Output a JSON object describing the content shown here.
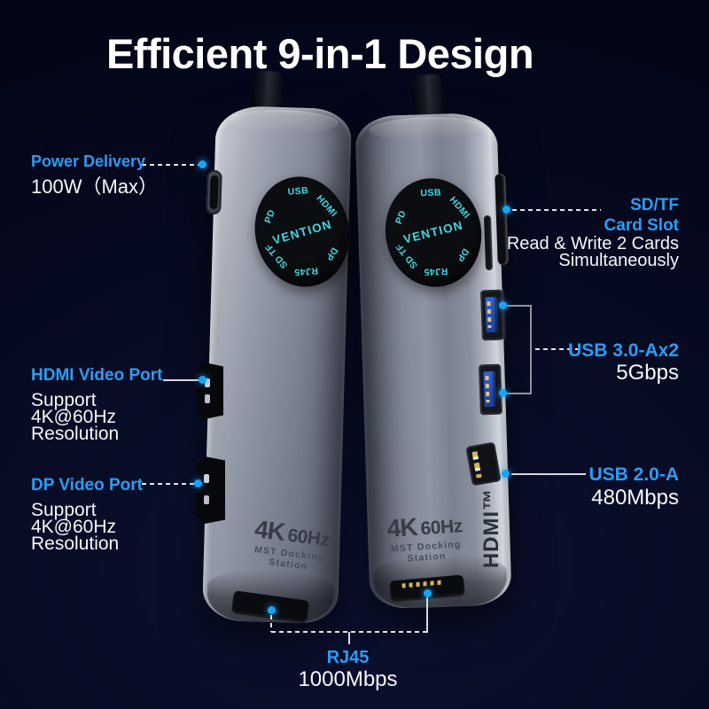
{
  "title": "Efficient 9-in-1 Design",
  "badge": {
    "brand": "VENTION",
    "labels": [
      "USB",
      "HDMI",
      "DP",
      "RJ45",
      "SD TF",
      "PD"
    ]
  },
  "device_print": {
    "res_big": "4K",
    "res_small": "60Hz",
    "subtitle": "MST Docking Station"
  },
  "side_label": "HDMI™",
  "callouts": {
    "power_delivery": {
      "label": "Power Delivery",
      "detail": "100W（Max）"
    },
    "hdmi": {
      "label": "HDMI Video Port",
      "detail_lines": [
        "Support",
        "4K@60Hz",
        "Resolution"
      ]
    },
    "dp": {
      "label": "DP Video Port",
      "detail_lines": [
        "Support",
        "4K@60Hz",
        "Resolution"
      ]
    },
    "sd_tf": {
      "label_lines": [
        "SD/TF",
        "Card Slot"
      ],
      "detail_lines": [
        "Read & Write 2 Cards",
        "Simultaneously"
      ]
    },
    "usb3": {
      "label": "USB 3.0-Ax2",
      "detail": "5Gbps"
    },
    "usb2": {
      "label": "USB 2.0-A",
      "detail": "480Mbps"
    },
    "rj45": {
      "label": "RJ45",
      "detail": "1000Mbps"
    }
  },
  "colors": {
    "background": "#040820",
    "accent_blue": "#2b9df4",
    "badge_cyan": "#41d9e3",
    "text_white": "#ffffff"
  }
}
